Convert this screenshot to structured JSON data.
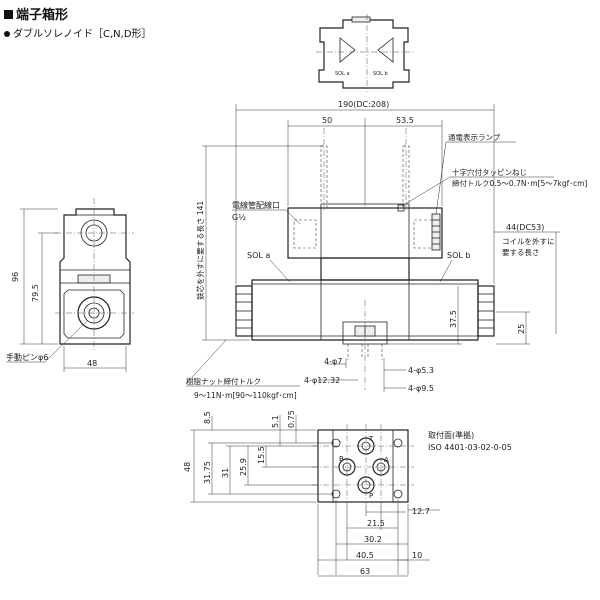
{
  "header": {
    "title": "端子箱形",
    "subtitle": "ダブルソレノイド［C,N,D形］"
  },
  "labels": {
    "sol_top_a": "SOL a",
    "sol_top_b": "SOL b",
    "sol_a": "SOL a",
    "sol_b": "SOL b",
    "lamp": "通電表示ランプ",
    "screw": "十字穴付タッピンねじ",
    "screw_torque": "締付トルク0.5～0.7N･m[5～7kgf･cm]",
    "conduit": "電線管配線口",
    "conduit_size": "G½",
    "coil_remove_note_1": "コイルを外すに",
    "coil_remove_note_2": "要する長さ",
    "core_remove_note": "鉄芯を外すに要する長さ 141",
    "manual_pin": "手動ピンφ6",
    "nut_torque_1": "樹脂ナット締付トルク",
    "nut_torque_2": "9～11N･m[90～110kgf･cm]",
    "mounting_1": "取付面(準拠)",
    "mounting_2": "ISO 4401-03-02-0-05",
    "port_t": "T",
    "port_a": "A",
    "port_b": "B",
    "port_p": "P"
  },
  "dimensions": {
    "overall_len": "190(DC:208)",
    "d50": "50",
    "d53_5": "53.5",
    "d44": "44(DC53)",
    "d96": "96",
    "d79_5": "79.5",
    "d48_side": "48",
    "d37_5": "37.5",
    "d25": "25",
    "phi7": "4-φ7",
    "phi12_32": "4-φ12.32",
    "phi5_3": "4-φ5.3",
    "phi9_5": "4-φ9.5",
    "d8_5": "8.5",
    "d5_1": "5.1",
    "d0_75": "0.75",
    "d48_base": "48",
    "d31_75": "31.75",
    "d31": "31",
    "d25_9": "25.9",
    "d15_5": "15.5",
    "d12_7": "12.7",
    "d21_5": "21.5",
    "d30_2": "30.2",
    "d40_5": "40.5",
    "d10": "10",
    "d63": "63"
  }
}
